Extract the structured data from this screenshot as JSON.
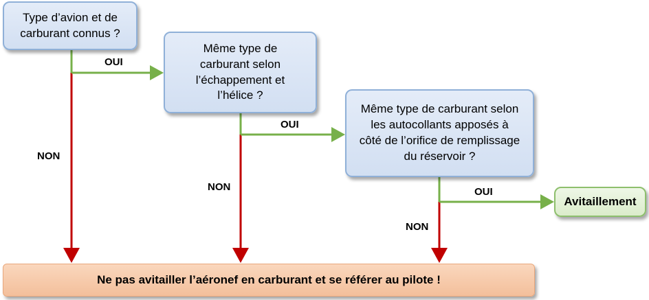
{
  "flowchart": {
    "question1": "Type d’avion et de\ncarburant connus ?",
    "question2": "Même type de\ncarburant selon\nl’échappement et\nl’hélice ?",
    "question3": "Même type de carburant selon\nles autocollants apposés à\ncôté de l’orifice de remplissage\ndu réservoir ?",
    "outcome_yes": "Avitaillement",
    "outcome_no": "Ne pas avitailler l’aéronef en carburant et se référer au pilote !",
    "yes_label": "OUI",
    "no_label": "NON"
  },
  "colors": {
    "yes_arrow": "#77b04a",
    "no_arrow": "#c00000",
    "question_fill": "#d8e3f3",
    "question_border": "#8fb0d8",
    "outcome_yes_fill": "#e2f0d6",
    "outcome_no_fill": "#f7caa8"
  }
}
